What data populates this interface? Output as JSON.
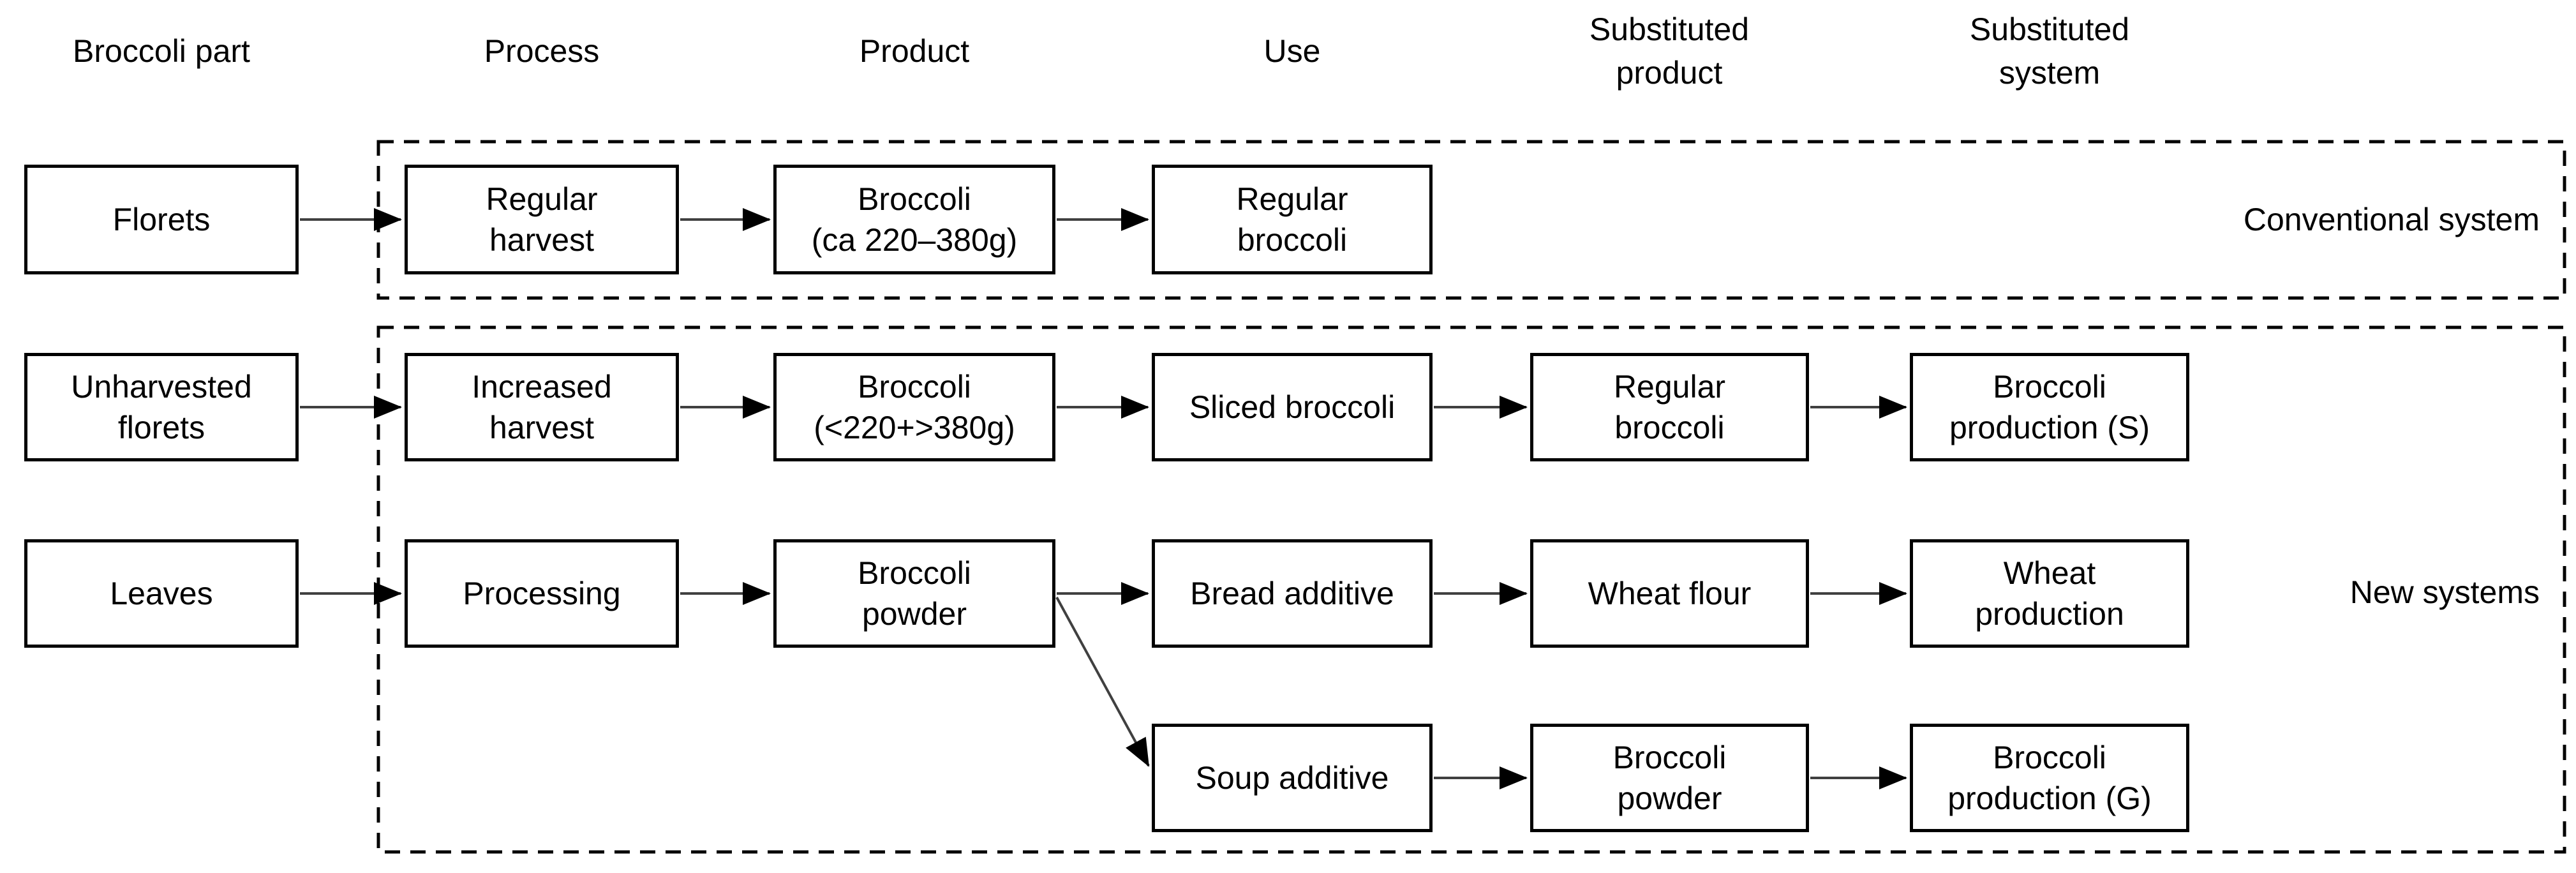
{
  "headers": [
    {
      "label": "Broccoli part"
    },
    {
      "label": "Process"
    },
    {
      "label": "Product"
    },
    {
      "label": "Use"
    },
    {
      "label": "Substituted\nproduct"
    },
    {
      "label": "Substituted\nsystem"
    }
  ],
  "systems": {
    "conventional": {
      "label": "Conventional system"
    },
    "new": {
      "label": "New systems"
    }
  },
  "rows": [
    {
      "boxes": [
        {
          "label": "Florets"
        },
        {
          "label": "Regular\nharvest"
        },
        {
          "label": "Broccoli\n(ca 220–380g)"
        },
        {
          "label": "Regular\nbroccoli"
        }
      ]
    },
    {
      "boxes": [
        {
          "label": "Unharvested\nflorets"
        },
        {
          "label": "Increased\nharvest"
        },
        {
          "label": "Broccoli\n(<220+>380g)"
        },
        {
          "label": "Sliced broccoli"
        },
        {
          "label": "Regular\nbroccoli"
        },
        {
          "label": "Broccoli\nproduction (S)"
        }
      ]
    },
    {
      "boxes": [
        {
          "label": "Leaves"
        },
        {
          "label": "Processing"
        },
        {
          "label": "Broccoli\npowder"
        },
        {
          "label": "Bread additive"
        },
        {
          "label": "Wheat flour"
        },
        {
          "label": "Wheat\nproduction"
        }
      ]
    },
    {
      "boxes": [
        {
          "label": "Soup additive"
        },
        {
          "label": "Broccoli\npowder"
        },
        {
          "label": "Broccoli\nproduction (G)"
        }
      ]
    }
  ],
  "colors": {
    "line": "#404040",
    "arrowhead": "#000000",
    "border": "#000000"
  }
}
